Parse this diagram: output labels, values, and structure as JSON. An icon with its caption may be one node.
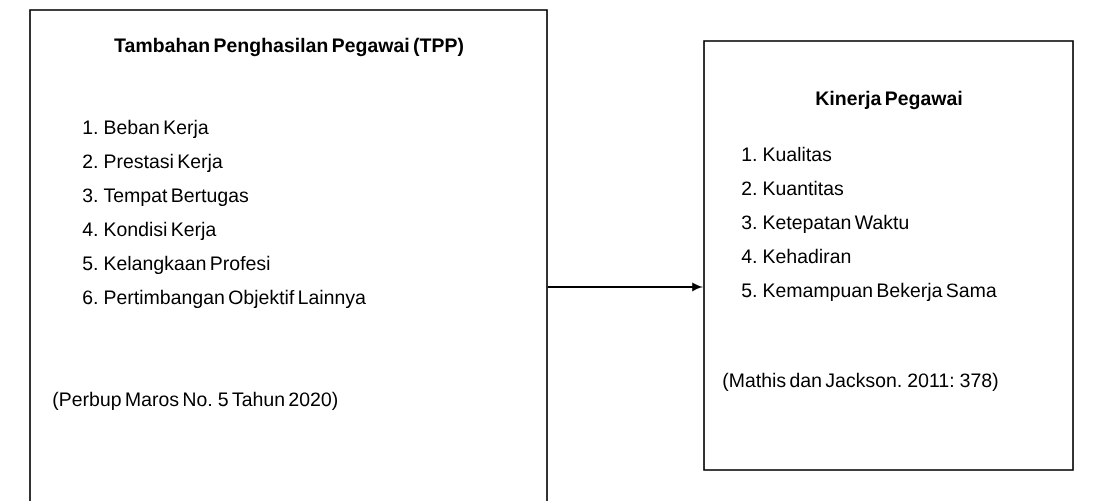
{
  "diagram": {
    "nodes": [
      {
        "text": [
          "Tambahan Penghasilan Pegawai (TPP)",
          "1. Beban Kerja",
          "2. Prestasi Kerja",
          "3. Tempat Bertugas",
          "4. Kondisi Kerja",
          "5. Kelangkaan Profesi",
          "6. Pertimbangan Objektif Lainnya",
          "(Perbup Maros No. 5 Tahun 2020)"
        ]
      },
      {
        "text": [
          "Kinerja Pegawai",
          "1. Kualitas",
          "2. Kuantitas",
          "3. Ketepatan Waktu",
          "4. Kehadiran",
          "5. Kemampuan Bekerja Sama",
          "(Mathis dan Jackson. 2011: 378)"
        ]
      }
    ],
    "edges": [
      {
        "from": 0,
        "to": 1,
        "arrow": "to"
      }
    ]
  }
}
